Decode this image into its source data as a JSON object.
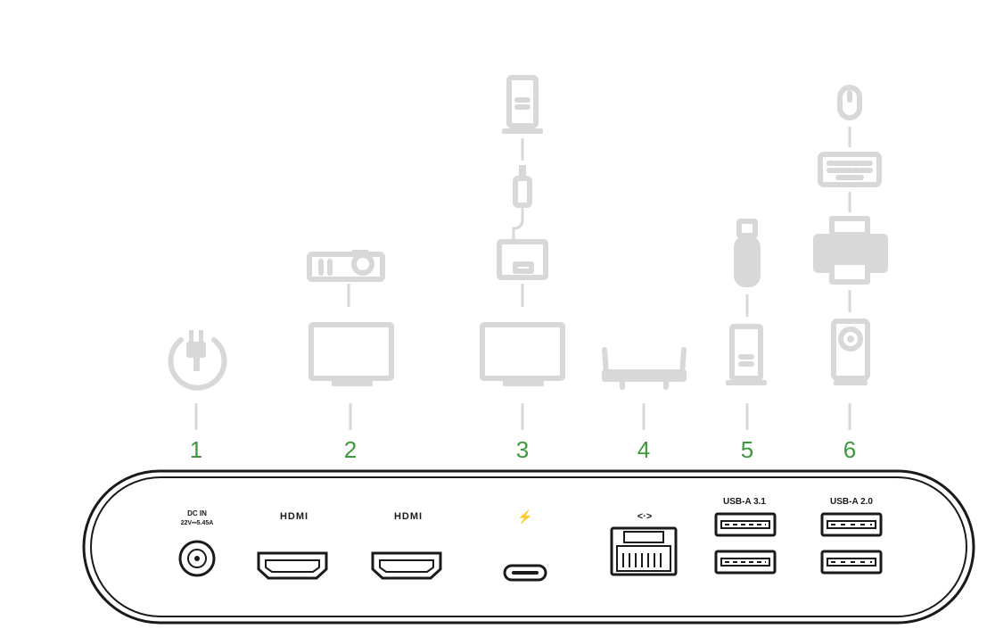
{
  "colors": {
    "device_gray": "#d8d8d8",
    "number_green": "#3c9a3c",
    "dock_outline": "#1a1a1a"
  },
  "callouts": [
    "1",
    "2",
    "3",
    "4",
    "5",
    "6"
  ],
  "ports": {
    "dc_in_line1": "DC IN",
    "dc_in_line2": "22V⎓5.45A",
    "hdmi_1": "HDMI",
    "hdmi_2": "HDMI",
    "thunderbolt_symbol": "⚡",
    "ethernet_symbol": "<·>",
    "usb_a_31": "USB-A 3.1",
    "usb_a_20": "USB-A 2.0"
  },
  "icons": [
    "power-plug-icon",
    "projector-icon",
    "monitor-icon",
    "external-drive-icon",
    "usb-c-cable-icon",
    "adapter-icon",
    "router-icon",
    "usb-stick-icon",
    "usb-drive-icon",
    "mouse-icon",
    "keyboard-icon",
    "printer-icon",
    "webcam-icon"
  ]
}
